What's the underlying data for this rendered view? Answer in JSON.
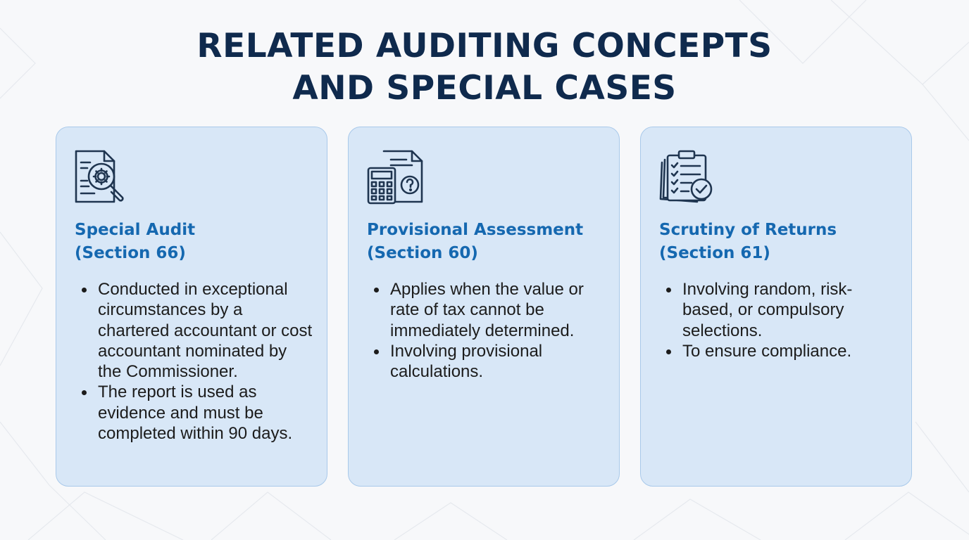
{
  "title": {
    "line1": "RELATED AUDITING CONCEPTS",
    "line2": "AND SPECIAL CASES"
  },
  "colors": {
    "background": "#f7f8fa",
    "title": "#0f2a4d",
    "card_fill": "#d8e7f7",
    "card_border": "#a9c9ea",
    "heading": "#1568b0",
    "body_text": "#1c1c1c",
    "icon_stroke": "#1f3550"
  },
  "cards": [
    {
      "icon": "document-magnifier-gear-icon",
      "heading_line1": "Special Audit",
      "heading_line2": "(Section 66)",
      "bullets": [
        "Conducted in exceptional circumstances by a chartered accountant or cost accountant nominated by the Commissioner.",
        "The report is used as evidence and must be completed within 90 days."
      ]
    },
    {
      "icon": "calculator-document-question-icon",
      "heading_line1": "Provisional Assessment",
      "heading_line2": "(Section 60)",
      "bullets": [
        "Applies when the value or rate of tax cannot be immediately determined.",
        "Involving provisional calculations."
      ]
    },
    {
      "icon": "clipboard-checklist-icon",
      "heading_line1": "Scrutiny of Returns",
      "heading_line2": "(Section 61)",
      "bullets": [
        "Involving random, risk-based, or compulsory selections.",
        "To ensure compliance."
      ]
    }
  ]
}
